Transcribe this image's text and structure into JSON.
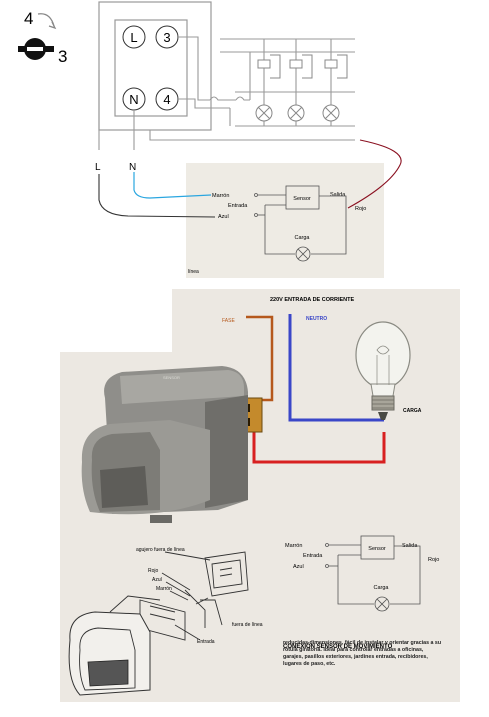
{
  "top_symbol": {
    "num_top": "4",
    "num_bottom": "3"
  },
  "switch_box": {
    "terminal_L": "L",
    "terminal_3": "3",
    "terminal_N": "N",
    "terminal_4": "4"
  },
  "top_wires": {
    "label_L": "L",
    "label_N": "N"
  },
  "sensor_card_top": {
    "marron": "Marrón",
    "entrada": "Entrada",
    "azul": "Azul",
    "sensor": "Sensor",
    "salida": "Salida",
    "rojo": "Rojo",
    "carga": "Carga",
    "linea": "línea"
  },
  "photo": {
    "header": "220V  ENTRADA DE CORRIENTE",
    "fase": "FASE",
    "neutro": "NEUTRO",
    "carga": "CARGA",
    "brand": "SENSOR"
  },
  "install": {
    "agujero": "agujero fuera de línea",
    "rojo": "Rojo",
    "azul": "Azul",
    "marron": "Marrón",
    "fuera": "fuera de línea",
    "entrada": "Entrada"
  },
  "sensor_card_bottom": {
    "marron": "Marrón",
    "entrada": "Entrada",
    "azul": "Azul",
    "sensor": "Sensor",
    "salida": "Salida",
    "rojo": "Rojo",
    "carga": "Carga"
  },
  "caption": {
    "heading": "CONEXIÓN SENSOR DE MOVIMIENTO",
    "body": "reducidas dimensiones, fácil de instalar y orientar gracias a su rótula giratoria. Ideal para controlar entradas a oficinas, garajes, pasillos exteriores, jardines entrada, recibidores, lugares de paso, etc."
  },
  "colors": {
    "fase_wire": "#b5581c",
    "neutro_wire": "#3a46c8",
    "rojo_wire": "#d82020",
    "blue_line": "#2aa6e0",
    "dark_red_line": "#8a1020"
  }
}
